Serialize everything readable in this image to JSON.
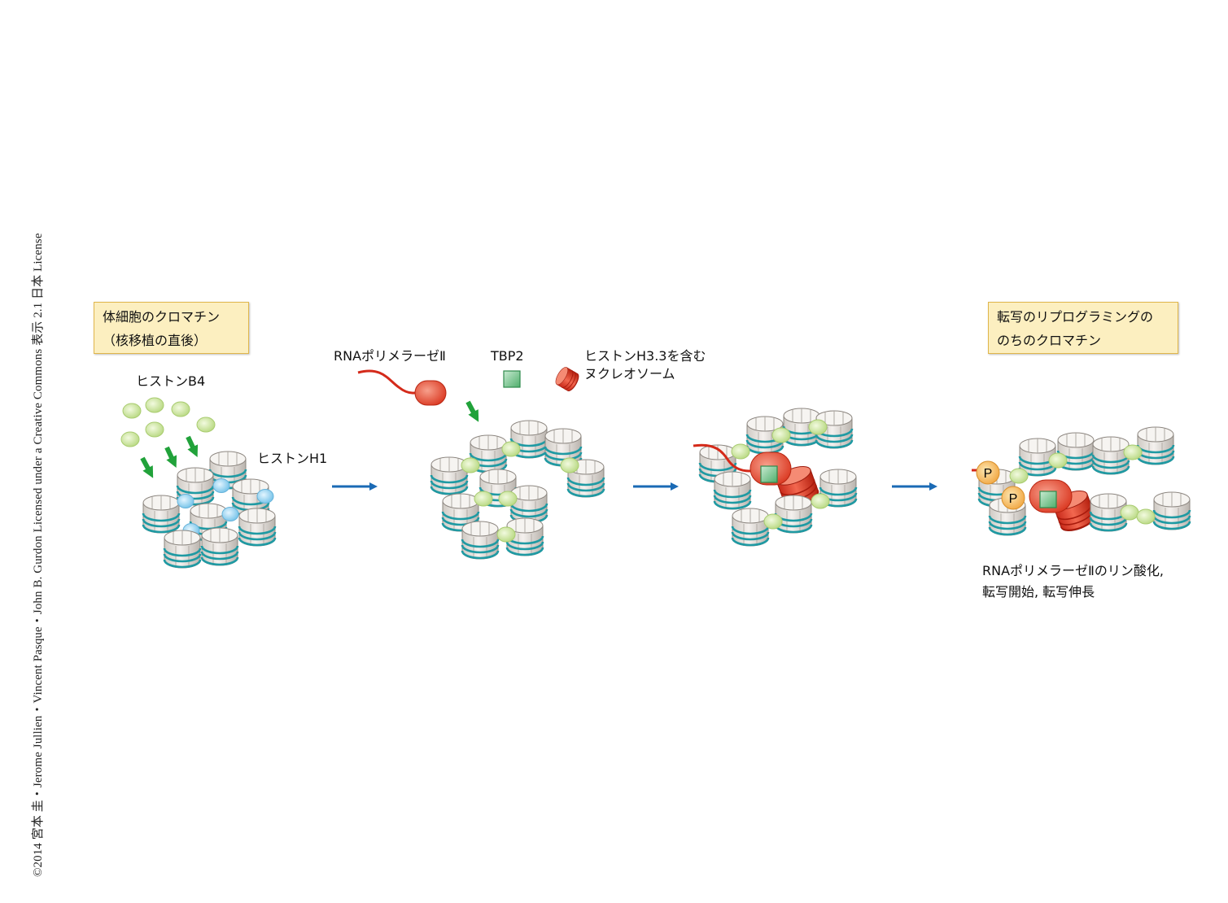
{
  "copyright": "©2014 宮本 圭・Jerome Jullien・Vincent Pasque・John B. Gurdon Licensed under a Creative Commons 表示 2.1 日本 License",
  "boxes": {
    "start": {
      "line1": "体細胞のクロマチン",
      "line2": "（核移植の直後）"
    },
    "end": {
      "line1": "転写のリプログラミングの",
      "line2": "のちのクロマチン"
    }
  },
  "labels": {
    "histone_b4": "ヒストンB4",
    "histone_h1": "ヒストンH1",
    "rna_pol": "RNAポリメラーゼⅡ",
    "tbp2": "TBP2",
    "h33_line1": "ヒストンH3.3を含む",
    "h33_line2": "ヌクレオソーム",
    "phospho": "P",
    "result_line1": "RNAポリメラーゼⅡのリン酸化,",
    "result_line2": "転写開始, 転写伸長"
  },
  "colors": {
    "box_fill": "#fcefc0",
    "box_border": "#e0b64c",
    "flow_arrow": "#1a6ab5",
    "insert_arrow": "#21a23a",
    "linker_histone_b4": "#c8e39a",
    "histone_h1": "#8fd0f0",
    "dna_stripe": "#1f9aa3",
    "rna_pol": "#e0402a",
    "tbp2": "#5fb878",
    "phospho": "#f5b041"
  }
}
